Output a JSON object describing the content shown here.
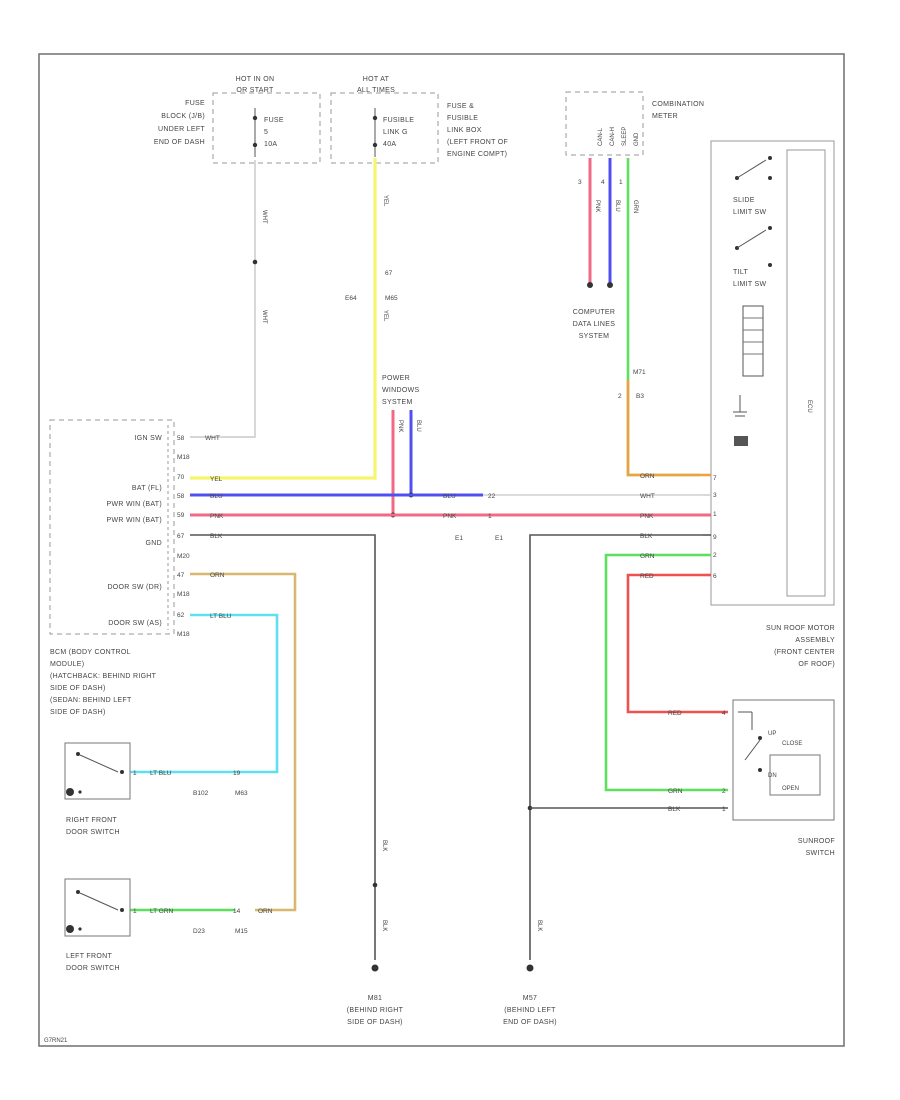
{
  "fuse_block": {
    "hot_label": [
      "HOT IN ON",
      "OR START"
    ],
    "location": [
      "FUSE",
      "BLOCK (J/B)",
      "UNDER LEFT",
      "END OF DASH"
    ],
    "fuse_name": "FUSE",
    "fuse_no": "5",
    "rating": "10A",
    "wire_top": "WHT",
    "wire_bottom": "WHT"
  },
  "fusible_link": {
    "hot_label": [
      "HOT AT",
      "ALL TIMES"
    ],
    "location": [
      "FUSE &",
      "FUSIBLE",
      "LINK BOX",
      "(LEFT FRONT OF",
      "ENGINE COMPT)"
    ],
    "link_name": "FUSIBLE",
    "link_no": "LINK G",
    "rating": "40A",
    "wire_top": "YEL",
    "wire_bottom": "YEL",
    "connector_pin": "67",
    "connector_a": "E64",
    "connector_b": "M65"
  },
  "combination_meter": {
    "label": [
      "COMBINATION",
      "METER"
    ],
    "pin_names": [
      "CAN-L",
      "CAN-H",
      "SLEEP",
      "GND"
    ],
    "pins": [
      "3",
      "4",
      "1"
    ],
    "wires": [
      "PNK",
      "BLU",
      "GRN"
    ],
    "computer_data": [
      "COMPUTER",
      "DATA LINES",
      "SYSTEM"
    ],
    "conn_pin": "M71",
    "conn_a": "2",
    "conn_b": "B3"
  },
  "power_windows": {
    "label": [
      "POWER",
      "WINDOWS",
      "SYSTEM"
    ],
    "wires": [
      "PNK",
      "BLU"
    ]
  },
  "bcm": {
    "rows": [
      {
        "name": "IGN SW",
        "pin": "58",
        "wire": "WHT"
      },
      {
        "name": "",
        "pin": "M18",
        "wire": ""
      },
      {
        "name": "",
        "pin": "70",
        "wire": "YEL"
      },
      {
        "name": "BAT (FL)",
        "pin": "58",
        "wire": "BLU"
      },
      {
        "name": "PWR WIN (BAT)",
        "pin": "59",
        "wire": "PNK"
      },
      {
        "name": "PWR WIN (BAT)",
        "pin": "67",
        "wire": "BLK"
      },
      {
        "name": "GND",
        "pin": "M20",
        "wire": ""
      },
      {
        "name": "DOOR SW (DR)",
        "pin": "47",
        "wire": "ORN"
      },
      {
        "name": "",
        "pin": "M18",
        "wire": ""
      },
      {
        "name": "DOOR SW (AS)",
        "pin": "62",
        "wire": "LT BLU"
      },
      {
        "name": "",
        "pin": "M18",
        "wire": ""
      }
    ],
    "label": [
      "BCM (BODY CONTROL",
      "MODULE)",
      "(HATCHBACK: BEHIND RIGHT",
      "SIDE OF DASH)",
      "(SEDAN: BEHIND LEFT",
      "SIDE OF DASH)"
    ]
  },
  "mid_connectors": {
    "pins_a": [
      "22",
      "1"
    ],
    "names": [
      "E1",
      "E1"
    ]
  },
  "right_wires": [
    "ORN",
    "WHT",
    "PNK",
    "BLK",
    "GRN",
    "RED"
  ],
  "sunroof_motor": {
    "label": [
      "SUN ROOF MOTOR",
      "ASSEMBLY",
      "(FRONT CENTER",
      "OF ROOF)"
    ],
    "slide_label": [
      "SLIDE",
      "LIMIT SW"
    ],
    "tilt_label": [
      "TILT",
      "LIMIT SW"
    ],
    "side_text": "ECU",
    "pins": [
      "7",
      "3",
      "1",
      "9",
      "2",
      "6"
    ]
  },
  "sunroof_switch": {
    "label": [
      "SUNROOF",
      "SWITCH"
    ],
    "wires": [
      "RED",
      "GRN",
      "BLK"
    ],
    "pins": [
      "4",
      "2",
      "1"
    ],
    "positions": [
      "UP",
      "CLOSE",
      "DN",
      "OPEN"
    ]
  },
  "right_door_switch": {
    "label": [
      "RIGHT FRONT",
      "DOOR SWITCH"
    ],
    "wire": "LT BLU",
    "pin": "1",
    "conn": [
      "B102",
      "M63"
    ],
    "conn_pin": "19"
  },
  "left_door_switch": {
    "label": [
      "LEFT FRONT",
      "DOOR SWITCH"
    ],
    "wire": "LT GRN",
    "wire2": "ORN",
    "pin": "1",
    "conn": [
      "D23",
      "M15"
    ],
    "conn_pin": "14"
  },
  "grounds": {
    "left": {
      "name": "M81",
      "desc": [
        "(BEHIND RIGHT",
        "SIDE OF DASH)"
      ],
      "wire": "BLK",
      "wire2": "BLK"
    },
    "right": {
      "name": "M57",
      "desc": [
        "(BEHIND LEFT",
        "END OF DASH)"
      ],
      "wire": "BLK"
    }
  },
  "footer_code": "G7RN21",
  "colors": {
    "yellow": "#f5f56e",
    "pink": "#f06a84",
    "blue": "#5050f0",
    "green": "#5ee05e",
    "orange": "#f0a040",
    "tan": "#d8b870",
    "cyan": "#5ee0f0",
    "red": "#f05050",
    "gray": "#bfbfbf",
    "black": "#555555"
  }
}
